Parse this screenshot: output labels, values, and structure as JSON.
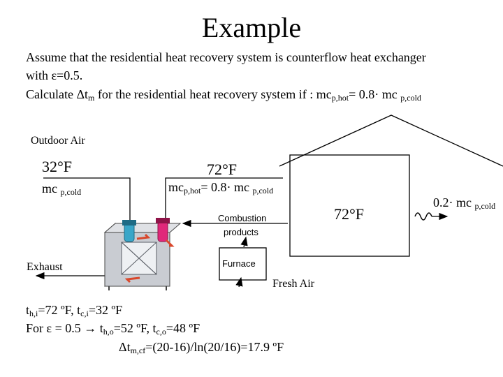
{
  "title": "Example",
  "intro": {
    "line1": "Assume that the residential heat recovery system is counterflow heat exchanger",
    "line2": "with ε=0.5.",
    "line3_prefix": "Calculate Δt",
    "line3_prefix_sub": "m",
    "line3_mid": " for the residential heat recovery system if : mc",
    "line3_sub1": "p,hot",
    "line3_mid2": "= 0.8· mc ",
    "line3_sub2": "p,cold"
  },
  "diagram": {
    "outdoor_air": "Outdoor Air",
    "temp_outdoor": "32°F",
    "mc_cold_main": "mc ",
    "mc_cold_sub": "p,cold",
    "temp_supply": "72°F",
    "mc_hot_main": "mc",
    "mc_hot_sub": "p,hot",
    "mc_hot_tail": "= 0.8· mc ",
    "mc_hot_sub2": "p,cold",
    "combustion_line1": "Combustion",
    "combustion_line2": "products",
    "temp_house": "72°F",
    "right_main": "0.2· mc ",
    "right_sub": "p,cold",
    "exhaust": "Exhaust",
    "furnace": "Furnace",
    "fresh_air": "Fresh Air"
  },
  "results": {
    "line1_a": "t",
    "line1_a_sub": "h,i",
    "line1_b": "=72 ºF, t",
    "line1_b_sub": "c,i",
    "line1_c": "=32 ºF",
    "line2_a": "For ε = 0.5 → t",
    "line2_a_sub": "h,o",
    "line2_b": "=52 ºF, t",
    "line2_b_sub": "c,o",
    "line2_c": "=48 ºF",
    "line3_a": "Δt",
    "line3_a_sub": "m,cf",
    "line3_b": "=(20-16)/ln(20/16)=17.9 ºF"
  },
  "colors": {
    "fan_supply": "#e0287a",
    "fan_exhaust": "#3aa6c8",
    "unit_body": "#c9ccd2",
    "unit_dark": "#5a5e66",
    "arrow_red": "#d9472b"
  }
}
